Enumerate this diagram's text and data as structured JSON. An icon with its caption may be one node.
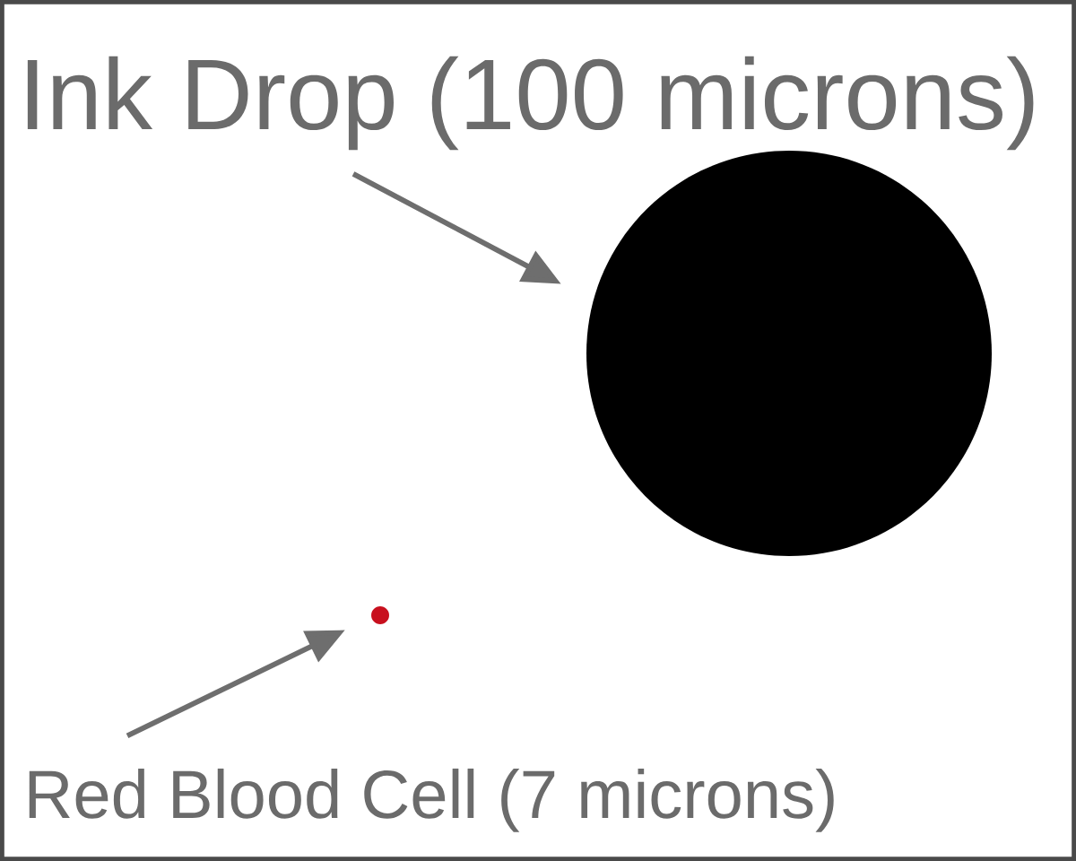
{
  "diagram": {
    "nodes": [
      {
        "text": [
          "Ink Drop (100 microns)"
        ]
      },
      {
        "text": [],
        "shape": "circle"
      },
      {
        "text": [],
        "shape": "circle"
      },
      {
        "text": [
          "Red Blood Cell (7 microns)"
        ]
      }
    ],
    "edges": [
      {
        "from": 0,
        "to": 1,
        "arrow": "to"
      },
      {
        "from": 3,
        "to": 2,
        "arrow": "to"
      }
    ]
  }
}
